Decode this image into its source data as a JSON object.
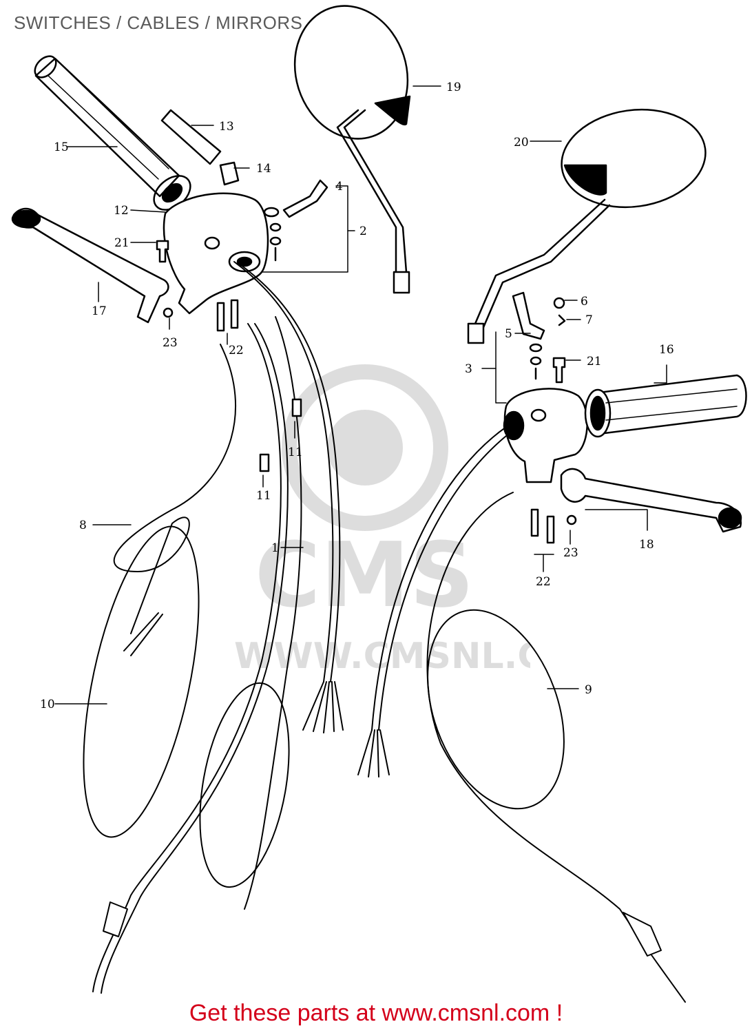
{
  "header": {
    "title": "SWITCHES / CABLES / MIRRORS"
  },
  "footer": {
    "text": "Get these parts at www.cmsnl.com !"
  },
  "watermark": {
    "logo_text": "CMS",
    "url_text": "WWW.CMSNL.COM"
  },
  "callouts": {
    "c1": "1",
    "c2": "2",
    "c3": "3",
    "c4": "4",
    "c5": "5",
    "c6": "6",
    "c7": "7",
    "c8": "8",
    "c9": "9",
    "c10": "10",
    "c11a": "11",
    "c11b": "11",
    "c12": "12",
    "c13": "13",
    "c14": "14",
    "c15": "15",
    "c16": "16",
    "c17": "17",
    "c18": "18",
    "c19": "19",
    "c20": "20",
    "c21a": "21",
    "c21b": "21",
    "c22a": "22",
    "c22b": "22",
    "c23a": "23",
    "c23b": "23"
  }
}
